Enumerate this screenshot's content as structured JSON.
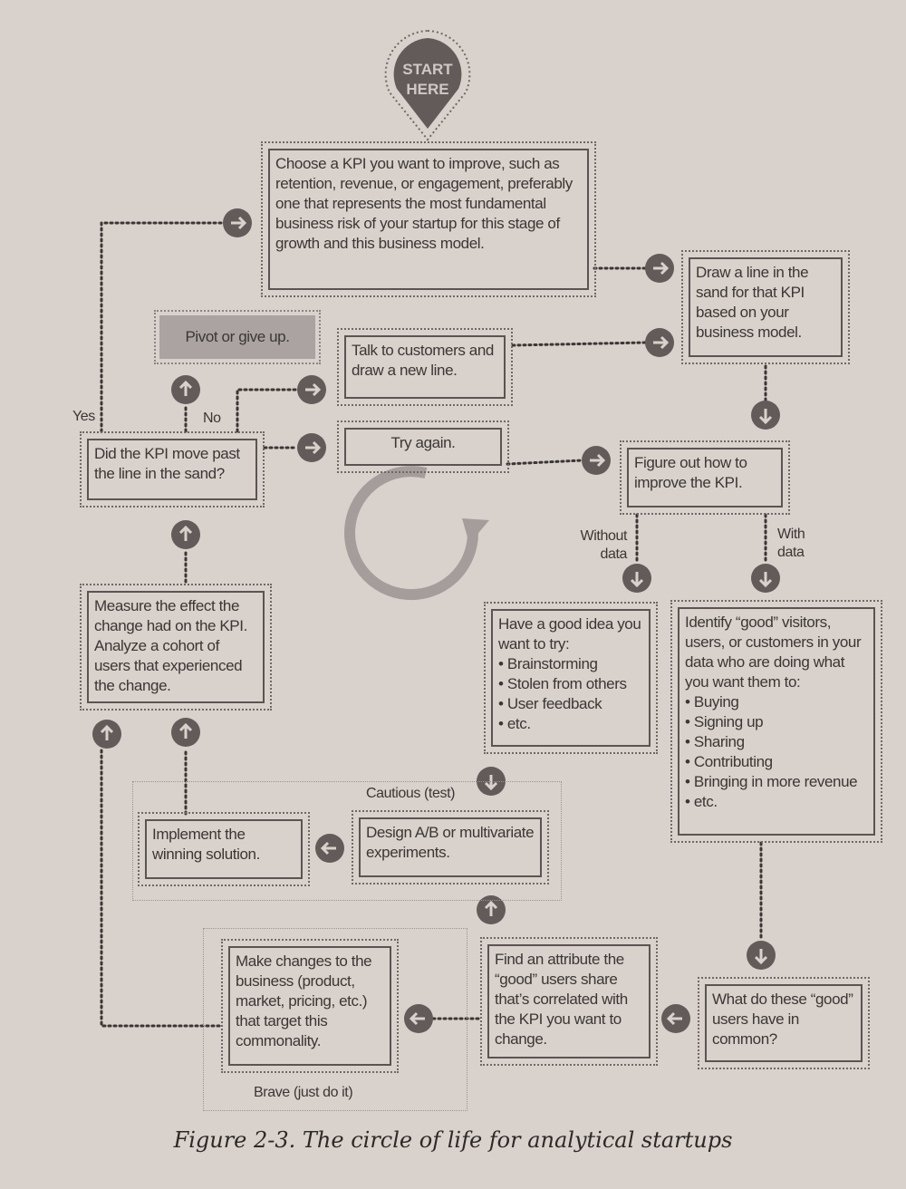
{
  "start": {
    "text": "START\nHERE"
  },
  "boxes": {
    "choose_kpi": "Choose a KPI you want to improve, such as retention, revenue, or engagement, preferably one that represents the most fundamental business risk of your startup for this stage of growth and this business model.",
    "draw_line": "Draw a line in the sand for that KPI based on your business model.",
    "pivot": "Pivot or give up.",
    "talk_customers": "Talk to customers and draw a new line.",
    "kpi_moved": "Did the KPI move past the line in the sand?",
    "try_again": "Try again.",
    "figure_out": "Figure out how to improve the KPI.",
    "measure": "Measure the effect the change had on the KPI. Analyze a cohort of users that experienced the change.",
    "good_idea": "Have a good idea you want to try:\n• Brainstorming\n• Stolen from others\n• User feedback\n• etc.",
    "identify": "Identify “good” visitors, users, or customers in your data who are doing what you want them to:\n• Buying\n• Signing up\n• Sharing\n• Contributing\n• Bringing in more revenue\n• etc.",
    "implement": "Implement the winning solution.",
    "design_ab": "Design A/B or multivariate experiments.",
    "make_changes": "Make changes to the business (product, market, pricing, etc.) that target this commonality.",
    "find_attribute": "Find an attribute the “good” users share that’s correlated with the KPI you want to change.",
    "common": "What do these “good” users have in common?"
  },
  "labels": {
    "yes": "Yes",
    "no": "No",
    "without_data": "Without\ndata",
    "with_data": "With\ndata",
    "cautious": "Cautious (test)",
    "brave": "Brave (just do it)"
  },
  "caption": "Figure 2-3. The circle of life for analytical startups",
  "colors": {
    "paper": "#d9d1cb",
    "ink": "#3b3635",
    "badge": "#625b5a",
    "pivot_fill": "#aaa3a1",
    "cycle": "#a49d9b"
  }
}
